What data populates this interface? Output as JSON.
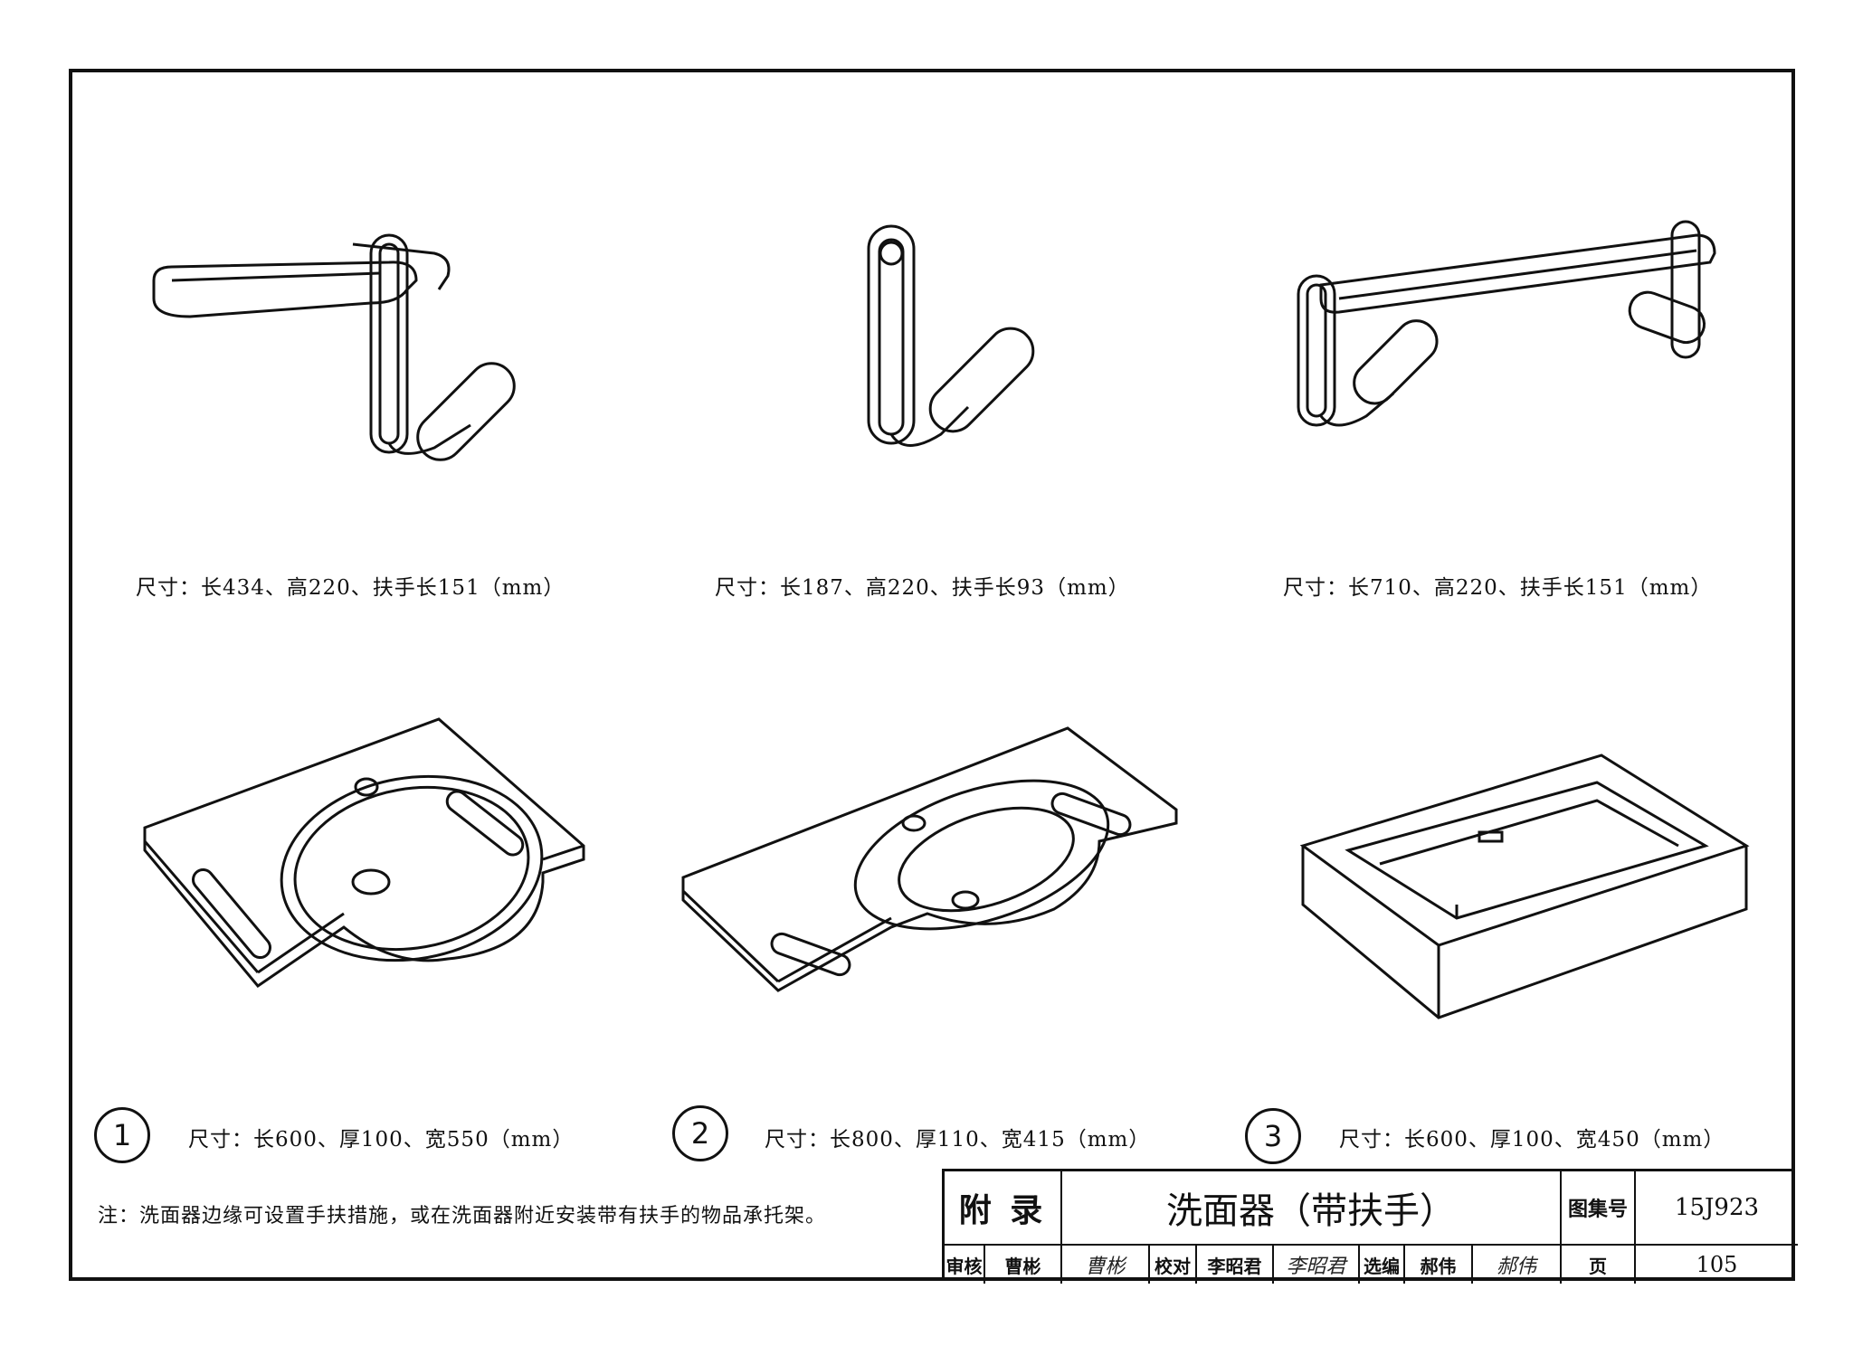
{
  "captions": {
    "top1": "尺寸：长434、高220、扶手长151（mm）",
    "top2": "尺寸：长187、高220、扶手长93（mm）",
    "top3": "尺寸：长710、高220、扶手长151（mm）",
    "bottom1": "尺寸：长600、厚100、宽550（mm）",
    "bottom2": "尺寸：长800、厚110、宽415（mm）",
    "bottom3": "尺寸：长600、厚100、宽450（mm）"
  },
  "item_numbers": [
    "1",
    "2",
    "3"
  ],
  "note": "注：洗面器边缘可设置手扶措施，或在洗面器附近安装带有扶手的物品承托架。",
  "title_block": {
    "section": "附 录",
    "title": "洗面器（带扶手）",
    "atlas_label": "图集号",
    "atlas_number": "15J923",
    "review_label": "审核",
    "reviewer": "曹彬",
    "reviewer_signature": "曹彬",
    "check_label": "校对",
    "checker": "李昭君",
    "checker_signature": "李昭君",
    "edit_label": "选编",
    "editor": "郝伟",
    "editor_signature": "郝伟",
    "page_label": "页",
    "page_number": "105"
  }
}
